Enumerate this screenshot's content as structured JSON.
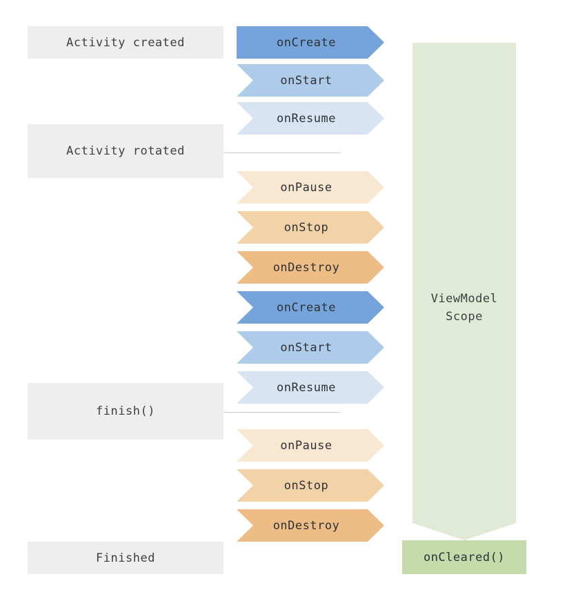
{
  "states": [
    {
      "label": "Activity created"
    },
    {
      "label": "Activity rotated"
    },
    {
      "label": "finish()"
    },
    {
      "label": "Finished"
    }
  ],
  "callbacks": [
    {
      "label": "onCreate",
      "color": "#74a4d9"
    },
    {
      "label": "onStart",
      "color": "#aecbe9"
    },
    {
      "label": "onResume",
      "color": "#d8e4f1"
    },
    {
      "label": "onPause",
      "color": "#f8e7d1"
    },
    {
      "label": "onStop",
      "color": "#f2d3a8"
    },
    {
      "label": "onDestroy",
      "color": "#eebd85"
    },
    {
      "label": "onCreate",
      "color": "#74a4d9"
    },
    {
      "label": "onStart",
      "color": "#aecbe9"
    },
    {
      "label": "onResume",
      "color": "#d8e4f1"
    },
    {
      "label": "onPause",
      "color": "#f8e7d1"
    },
    {
      "label": "onStop",
      "color": "#f2d3a8"
    },
    {
      "label": "onDestroy",
      "color": "#eebd85"
    }
  ],
  "scope": {
    "label": "ViewModel\nScope",
    "arrow_color": "#e0ead6",
    "cleared_label": "onCleared()",
    "cleared_color": "#c4dcab"
  },
  "colors": {
    "state_bg": "#eeeeee",
    "connector": "#cccccc",
    "background": "#ffffff"
  }
}
